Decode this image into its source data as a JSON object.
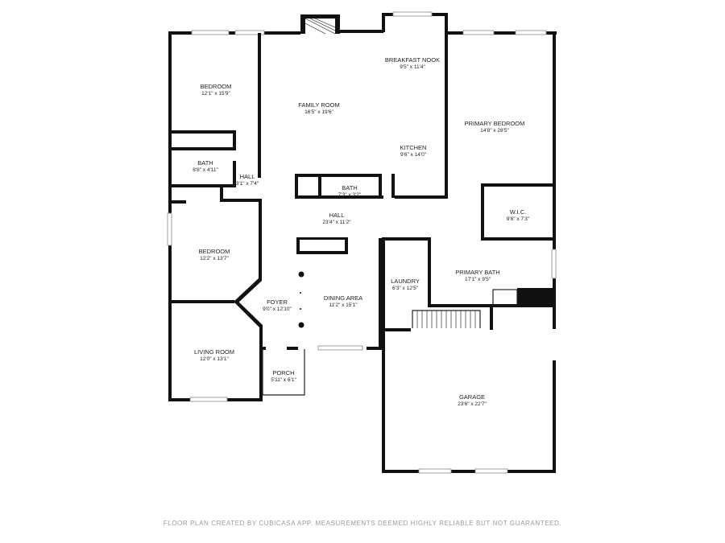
{
  "rooms": [
    {
      "id": "bedroom-1",
      "name": "BEDROOM",
      "dims": "12'1\" x 15'9\""
    },
    {
      "id": "family-room",
      "name": "FAMILY ROOM",
      "dims": "16'5\" x 19'6\""
    },
    {
      "id": "breakfast-nook",
      "name": "BREAKFAST NOOK",
      "dims": "9'5\" x 11'4\""
    },
    {
      "id": "primary-bedroom",
      "name": "PRIMARY BEDROOM",
      "dims": "14'8\" x 28'5\""
    },
    {
      "id": "kitchen",
      "name": "KITCHEN",
      "dims": "9'6\" x 14'0\""
    },
    {
      "id": "bath-1",
      "name": "BATH",
      "dims": "8'8\" x 4'11\""
    },
    {
      "id": "hall-1",
      "name": "HALL",
      "dims": "3'1\" x 7'4\""
    },
    {
      "id": "bath-2",
      "name": "BATH",
      "dims": "7'3\" x 3'2\""
    },
    {
      "id": "wic",
      "name": "W.I.C.",
      "dims": "9'8\" x 7'3\""
    },
    {
      "id": "hall-2",
      "name": "HALL",
      "dims": "23'4\" x 11'2\""
    },
    {
      "id": "bedroom-2",
      "name": "BEDROOM",
      "dims": "12'2\" x 13'7\""
    },
    {
      "id": "primary-bath",
      "name": "PRIMARY BATH",
      "dims": "17'1\" x 9'5\""
    },
    {
      "id": "laundry",
      "name": "LAUNDRY",
      "dims": "6'3\" x 12'5\""
    },
    {
      "id": "foyer",
      "name": "FOYER",
      "dims": "9'0\" x 12'10\""
    },
    {
      "id": "dining-area",
      "name": "DINING AREA",
      "dims": "11'2\" x 15'1\""
    },
    {
      "id": "living-room",
      "name": "LIVING ROOM",
      "dims": "12'0\" x 13'1\""
    },
    {
      "id": "porch",
      "name": "PORCH",
      "dims": "5'11\" x 6'1\""
    },
    {
      "id": "garage",
      "name": "GARAGE",
      "dims": "23'6\" x 22'7\""
    }
  ],
  "footer": "FLOOR PLAN CREATED BY CUBICASA APP. MEASUREMENTS DEEMED HIGHLY RELIABLE BUT NOT GUARANTEED."
}
